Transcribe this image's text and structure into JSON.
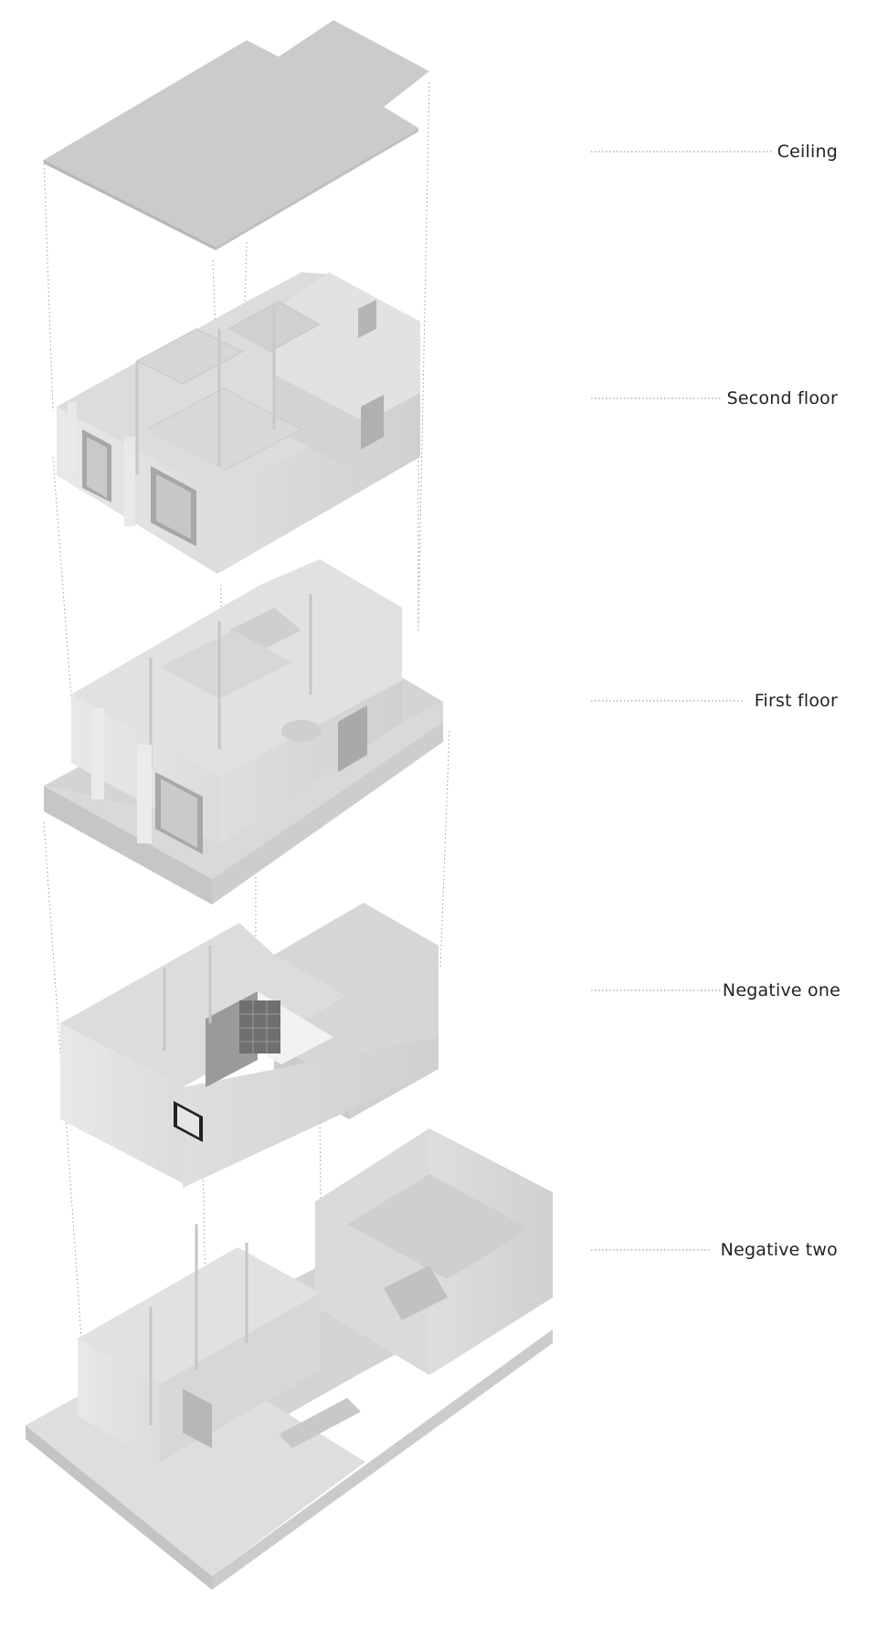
{
  "labels": {
    "ceiling": "Ceiling",
    "second_floor": "Second floor",
    "first_floor": "First floor",
    "negative_one": "Negative one",
    "negative_two": "Negative two"
  },
  "colors": {
    "background": "#ffffff",
    "slab_top": "#c9c9c9",
    "wall_light": "#e4e4e4",
    "wall_mid": "#d5d5d5",
    "wall_dark": "#bdbdbd",
    "glass": "#9e9e9e",
    "text": "#222222"
  }
}
